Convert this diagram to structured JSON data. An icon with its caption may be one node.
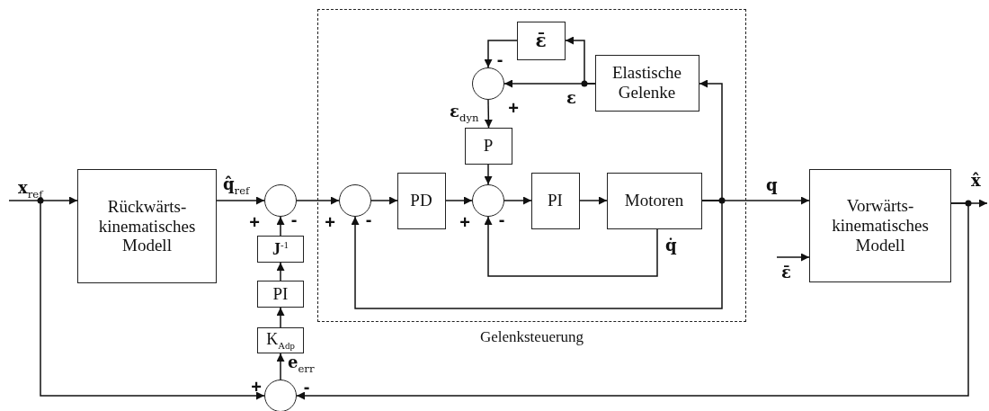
{
  "diagram": {
    "nodes": [
      {
        "text": [
          "Gelenksteuerung"
        ]
      },
      {
        "text": [
          "ε̄"
        ],
        "in": 0
      },
      {
        "text": [],
        "shape": "circle",
        "in": 0
      },
      {
        "text": [
          "Elastische Gelenke"
        ],
        "in": 0
      },
      {
        "text": [
          "P"
        ],
        "in": 0
      },
      {
        "text": [],
        "shape": "circle",
        "in": 0
      },
      {
        "text": [
          "PD"
        ],
        "in": 0
      },
      {
        "text": [],
        "shape": "circle",
        "in": 0
      },
      {
        "text": [
          "PI"
        ],
        "in": 0
      },
      {
        "text": [
          "Motoren"
        ],
        "in": 0
      },
      {
        "text": [
          "Rückwärts- kinematisches Modell"
        ]
      },
      {
        "text": [],
        "shape": "circle"
      },
      {
        "text": [
          "**J**$^{-1}$"
        ]
      },
      {
        "text": [
          "PI"
        ]
      },
      {
        "text": [
          "K$_{Adp}$"
        ]
      },
      {
        "text": [],
        "shape": "circle"
      },
      {
        "text": [
          "Vorwärts- kinematisches Modell"
        ]
      }
    ],
    "edges": [
      {
        "from": null,
        "to": 10,
        "arrow": "to",
        "label": "**x**$_{ref}$"
      },
      {
        "from": null,
        "to": 15,
        "arrow": "to"
      },
      {
        "from": 10,
        "to": 11,
        "arrow": "to",
        "label": "**q̂**$_{ref}$"
      },
      {
        "from": 11,
        "to": 5,
        "arrow": "to"
      },
      {
        "from": 5,
        "to": 6,
        "arrow": "to"
      },
      {
        "from": 6,
        "to": 7,
        "arrow": "to"
      },
      {
        "from": 7,
        "to": 8,
        "arrow": "to"
      },
      {
        "from": 8,
        "to": 9,
        "arrow": "to"
      },
      {
        "from": 9,
        "to": 16,
        "arrow": "to",
        "label": "q"
      },
      {
        "from": 9,
        "to": 3,
        "arrow": "to"
      },
      {
        "from": 9,
        "to": 5,
        "arrow": "to"
      },
      {
        "from": 9,
        "to": 7,
        "arrow": "to",
        "label": "q̇"
      },
      {
        "from": 3,
        "to": 2,
        "arrow": "to",
        "label": "ε"
      },
      {
        "from": 3,
        "to": 1,
        "arrow": "to"
      },
      {
        "from": 1,
        "to": 2,
        "arrow": "to"
      },
      {
        "from": 2,
        "to": 4,
        "arrow": "to",
        "label": "ε$_{dyn}$"
      },
      {
        "from": 4,
        "to": 7,
        "arrow": "to"
      },
      {
        "from": 16,
        "to": null,
        "arrow": "to",
        "label": "x̂"
      },
      {
        "from": 16,
        "to": 15,
        "arrow": "to"
      },
      {
        "from": null,
        "to": 16,
        "arrow": "to",
        "label": "ε̄"
      },
      {
        "from": 15,
        "to": 14,
        "arrow": "to",
        "label": "**e**$_{err}$"
      },
      {
        "from": 14,
        "to": 13,
        "arrow": "to"
      },
      {
        "from": 13,
        "to": 12,
        "arrow": "to"
      },
      {
        "from": 12,
        "to": 11,
        "arrow": "to"
      }
    ],
    "labels": [
      "-",
      "+",
      "+",
      "-",
      "+",
      "-",
      "+",
      "-",
      "+",
      "-"
    ]
  }
}
